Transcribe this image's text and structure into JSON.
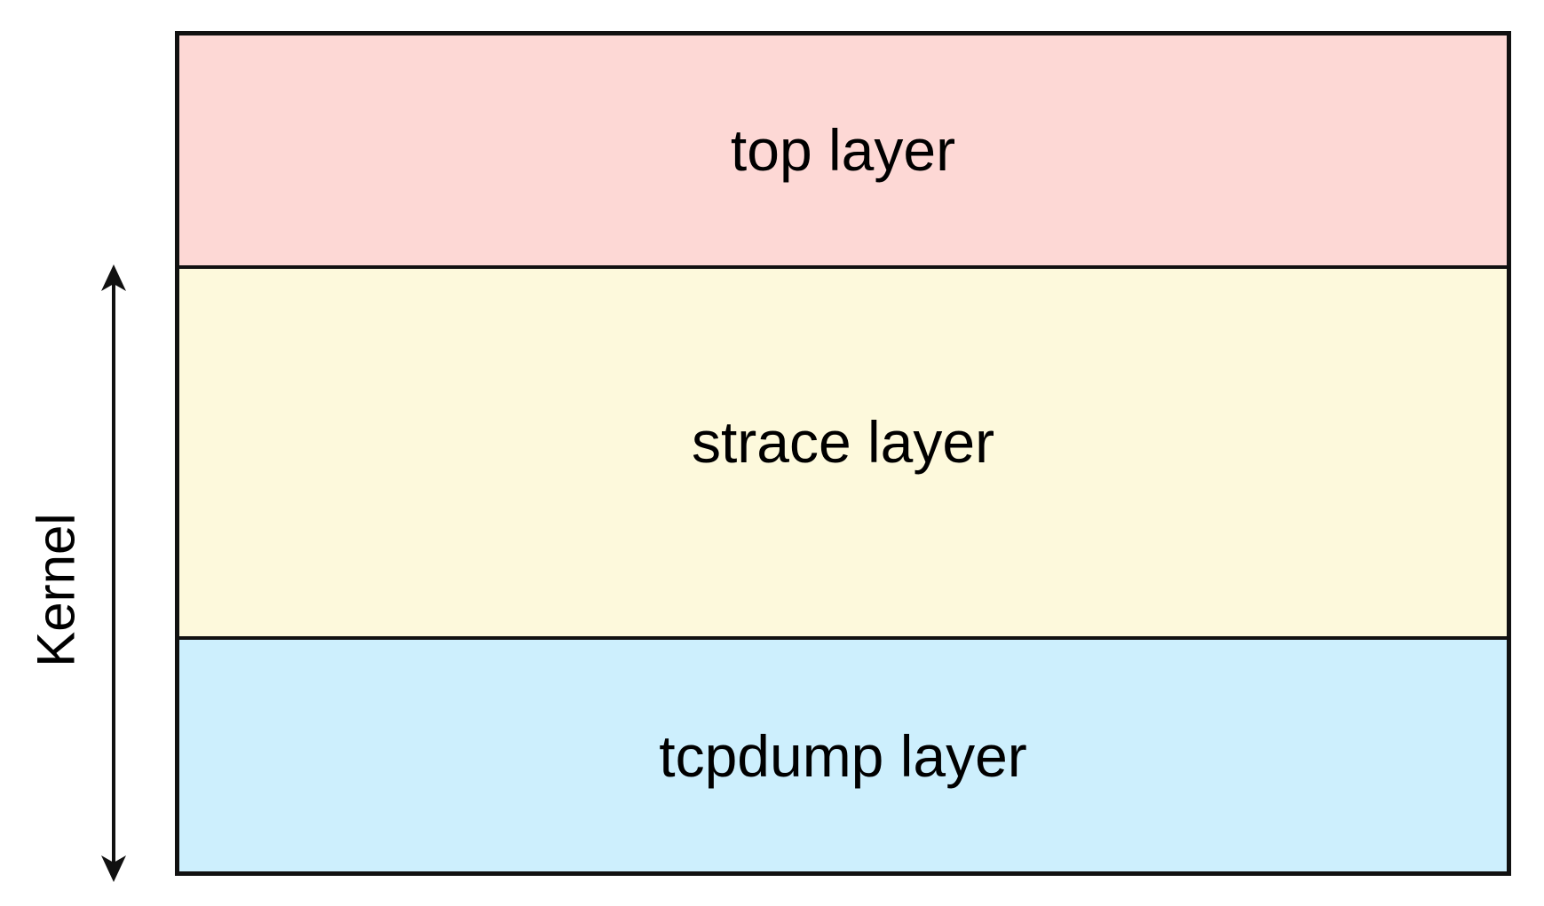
{
  "diagram": {
    "layers": [
      {
        "label": "top layer",
        "color": "#fdd8d5"
      },
      {
        "label": "strace layer",
        "color": "#fdf9dc"
      },
      {
        "label": "tcpdump layer",
        "color": "#cdeffd"
      }
    ],
    "kernel_label": "Kernel",
    "border_color": "#111111"
  }
}
